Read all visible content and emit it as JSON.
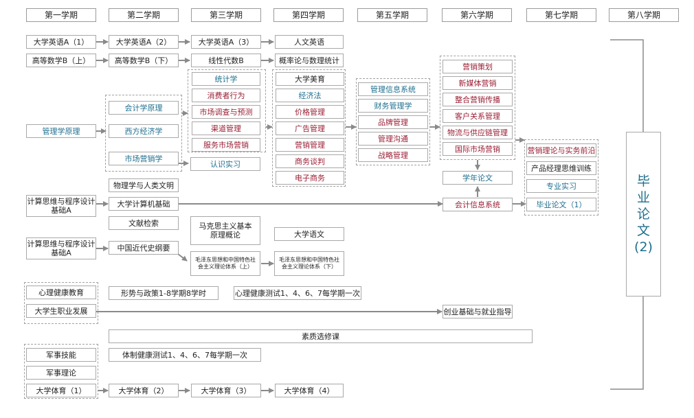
{
  "semesters": [
    "第一学期",
    "第二学期",
    "第三学期",
    "第四学期",
    "第五学期",
    "第六学期",
    "第七学期",
    "第八学期"
  ],
  "courses": {
    "english_a1": "大学英语A（1）",
    "english_a2": "大学英语A（2）",
    "english_a3": "大学英语A（3）",
    "humanities_english": "人文英语",
    "math_b1": "高等数学B（上）",
    "math_b2": "高等数学B（下）",
    "linear_algebra": "线性代数B",
    "probability": "概率论与数理统计",
    "statistics": "统计学",
    "consumer_behavior": "消费者行为",
    "market_research": "市场调查与预测",
    "channel_management": "渠道管理",
    "service_marketing": "服务市场营销",
    "cognitive_practice": "认识实习",
    "college_aesthetics": "大学美育",
    "economic_law": "经济法",
    "price_management": "价格管理",
    "advertising": "广告管理",
    "sales_management": "营销管理",
    "business_negotiation": "商务谈判",
    "ecommerce": "电子商务",
    "accounting_principles": "会计学原理",
    "western_economics": "西方经济学",
    "marketing": "市场营销学",
    "management_principles": "管理学原理",
    "mis": "管理信息系统",
    "financial_management": "财务管理学",
    "brand_management": "品牌管理",
    "management_communication": "管理沟通",
    "strategic_management": "战略管理",
    "marketing_planning": "营销策划",
    "new_media_marketing": "新媒体营销",
    "imc": "整合营销传播",
    "crm": "客户关系管理",
    "logistics": "物流与供应链管理",
    "international_marketing": "国际市场营销",
    "annual_thesis": "学年论文",
    "accounting_info_system": "会计信息系统",
    "marketing_frontier": "营销理论与实务前沿",
    "product_manager_training": "产品经理思维训练",
    "professional_internship": "专业实习",
    "thesis_1": "毕业论文（1）",
    "physics_civilization": "物理学与人类文明",
    "computational_thinking_1": "计算思维与程序设计基础A",
    "college_computer": "大学计算机基础",
    "literature_retrieval": "文献检索",
    "marxism": "马克思主义基本原理概论",
    "college_chinese": "大学语文",
    "computational_thinking_2": "计算思维与程序设计基础A",
    "modern_history": "中国近代史纲要",
    "mao_thought_1": "毛泽东思想和中国特色社会主义理论体系（上）",
    "mao_thought_2": "毛泽东思想和中国特色社会主义理论体系（下）",
    "mental_health": "心理健康教育",
    "situation_policy": "形势与政策1-8学期8学时",
    "mental_test": "心理健康测试1、4、6、7每学期一次",
    "career_development": "大学生职业发展",
    "entrepreneurship": "创业基础与就业指导",
    "quality_electives": "素质选修课",
    "military_skills": "军事技能",
    "physical_test": "体制健康测试1、4、6、7每学期一次",
    "military_theory": "军事理论",
    "pe_1": "大学体育（1）",
    "pe_2": "大学体育（2）",
    "pe_3": "大学体育（3）",
    "pe_4": "大学体育（4）"
  },
  "graduation_thesis": {
    "chars": [
      "毕",
      "业",
      "论",
      "文",
      "(2)"
    ]
  }
}
